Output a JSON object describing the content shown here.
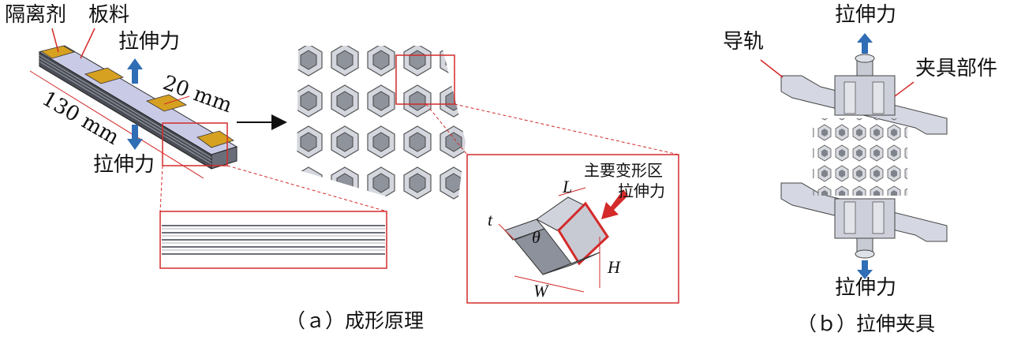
{
  "panel_a": {
    "label_separator": "隔离剂",
    "label_plate": "板料",
    "label_tension_top": "拉伸力",
    "label_tension_bottom": "拉伸力",
    "dim_width": "20 mm",
    "dim_length": "130 mm",
    "label_main_zone": "主要变形区",
    "label_tension_detail": "拉伸力",
    "sym_L": "L",
    "sym_t": "t",
    "sym_theta": "θ",
    "sym_H": "H",
    "sym_W": "W",
    "caption": "（ａ）成形原理"
  },
  "panel_b": {
    "label_rail": "导轨",
    "label_fixture": "夹具部件",
    "label_tension_top": "拉伸力",
    "label_tension_bottom": "拉伸力",
    "caption": "（ｂ）拉伸夹具"
  },
  "colors": {
    "accent_red": "#d42a2a",
    "arrow_blue": "#2f6db5",
    "glue": "#d6a021",
    "steel": "#c8cbd4"
  }
}
